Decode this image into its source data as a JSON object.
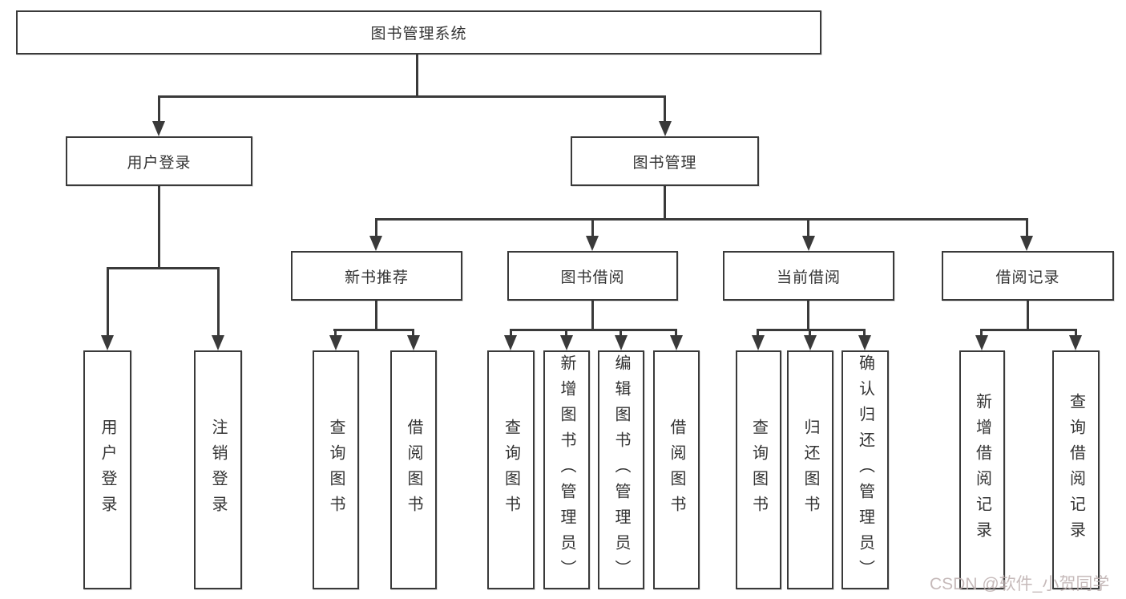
{
  "diagram": {
    "root": {
      "label": "图书管理系统"
    },
    "level2": [
      {
        "id": "user-login",
        "label": "用户登录"
      },
      {
        "id": "book-management",
        "label": "图书管理"
      }
    ],
    "level3": [
      {
        "id": "new-book-recommend",
        "label": "新书推荐"
      },
      {
        "id": "book-borrowing",
        "label": "图书借阅"
      },
      {
        "id": "current-borrowing",
        "label": "当前借阅"
      },
      {
        "id": "borrowing-records",
        "label": "借阅记录"
      }
    ],
    "leaves": [
      {
        "id": "user-login",
        "label": "用户登录"
      },
      {
        "id": "logout",
        "label": "注销登录"
      },
      {
        "id": "recommend-query-books",
        "label": "查询图书"
      },
      {
        "id": "recommend-borrow-books",
        "label": "借阅图书"
      },
      {
        "id": "borrow-query-books",
        "label": "查询图书"
      },
      {
        "id": "borrow-add-books-admin",
        "label": "新增图书（管理员）"
      },
      {
        "id": "borrow-edit-books-admin",
        "label": "编辑图书（管理员）"
      },
      {
        "id": "borrow-borrow-books",
        "label": "借阅图书"
      },
      {
        "id": "current-query-books",
        "label": "查询图书"
      },
      {
        "id": "current-return-books",
        "label": "归还图书"
      },
      {
        "id": "current-confirm-return-admin",
        "label": "确认归还（管理员）"
      },
      {
        "id": "records-add-borrow-record",
        "label": "新增借阅记录"
      },
      {
        "id": "records-query-borrow-record",
        "label": "查询借阅记录"
      }
    ],
    "watermark": "CSDN @软件_小贺同学",
    "colors": {
      "line": "#3a3a3a",
      "box_background": "#ffffff",
      "text": "#333333",
      "watermark": "#bdafaf"
    }
  }
}
